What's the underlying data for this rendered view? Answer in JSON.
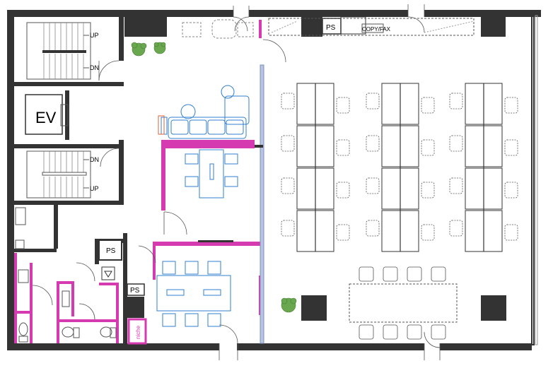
{
  "labels": {
    "elevator": "EV",
    "stair_up_top": "UP",
    "stair_dn_top": "DN",
    "stair_dn_bottom": "DN",
    "stair_up_bottom": "UP",
    "ps_top": "PS",
    "ps_mid": "PS",
    "ps_low": "PS",
    "niche_main": "niche",
    "niche_small": "niche",
    "copy_fax": "COPY/FAX"
  },
  "colors": {
    "wall": "#333333",
    "partition": "#d63ab0",
    "furniture": "#2f7fd1",
    "glass": "#7a8fc0",
    "plant": "#6aa84f"
  }
}
